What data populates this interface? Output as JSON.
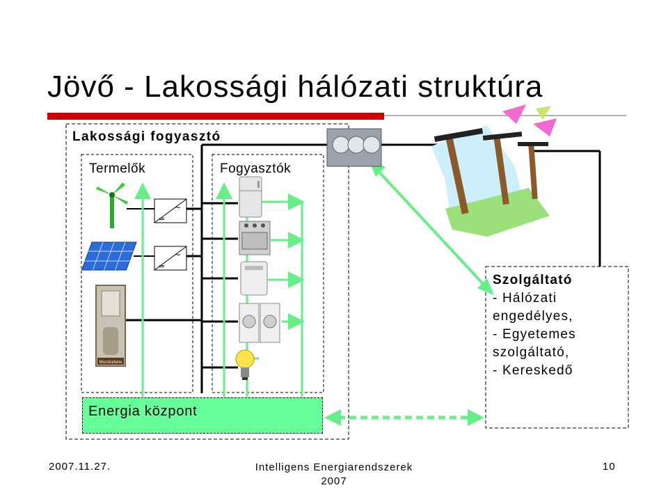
{
  "title": "Jövő - Lakossági hálózati struktúra",
  "colors": {
    "title_bar": "#cc0000",
    "arrow": "#66ee88",
    "energy_box": "#66ff99",
    "line": "#000000"
  },
  "diagram": {
    "household_label": "Lakossági fogyasztó",
    "producers_label": "Termelők",
    "consumers_label": "Fogyasztók",
    "service_provider": {
      "heading": "Szolgáltató",
      "lines": [
        "- Hálózati",
        "engedélyes,",
        "- Egyetemes",
        "szolgáltató,",
        "- Kereskedő"
      ]
    },
    "energy_center_label": "Energia központ",
    "microturbine_label": "Microturbine",
    "icons": [
      "wind-turbine-icon",
      "solar-panel-icon",
      "microturbine-icon",
      "inverter-icon",
      "refrigerator-icon",
      "stove-icon",
      "dehumidifier-icon",
      "washer-dryer-icon",
      "light-bulb-icon",
      "power-meter-icon",
      "power-lines-icon"
    ]
  },
  "footer": {
    "date": "2007.11.27.",
    "center_line1": "Intelligens Energiarendszerek",
    "center_line2": "2007",
    "page": "10"
  }
}
